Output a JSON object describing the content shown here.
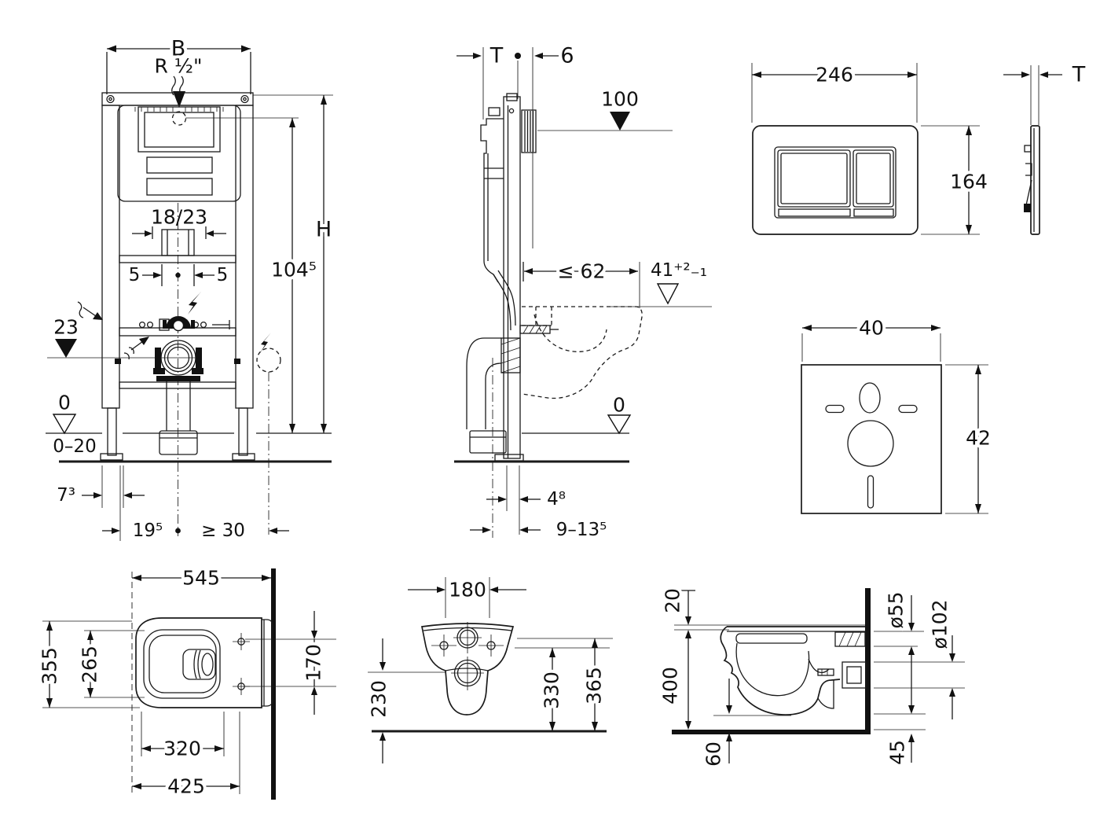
{
  "page": {
    "background": "#ffffff",
    "line_color": "#1a1a1a"
  },
  "views": {
    "frame_front": {
      "dims": {
        "width": "B",
        "water_supply": "R ½\"",
        "supply_height": "100",
        "flush_pipe": "18/23",
        "offset_left": "5",
        "offset_right": "5",
        "frame_height": "H",
        "top_height": "104⁵",
        "drain_height": "23",
        "floor_level": "0",
        "floor_range": "0–20",
        "side_offset": "7³",
        "center_offset": "19⁵",
        "min_clearance": "≥ 30"
      }
    },
    "frame_side": {
      "dims": {
        "plate_thickness": "T",
        "gap": "6",
        "supply_height": "100",
        "pan_depth": "≤ 62",
        "rim_height": "41⁺²₋₁",
        "floor_level": "0",
        "foot_depth": "4⁸",
        "drain_offset": "9–13⁵"
      }
    },
    "flush_plate": {
      "dims": {
        "width": "246",
        "height": "164",
        "thickness": "T"
      }
    },
    "sound_pad": {
      "dims": {
        "width": "40",
        "height": "42"
      }
    },
    "pan_top": {
      "dims": {
        "depth": "545",
        "width": "355",
        "seat_width": "265",
        "hole_spacing": "170",
        "seat_depth": "320",
        "hole_depth": "425"
      }
    },
    "pan_rear": {
      "dims": {
        "hole_spacing": "180",
        "bowl_height": "230",
        "lower_height": "330",
        "rim_height": "365"
      }
    },
    "pan_side": {
      "dims": {
        "seat_gap": "20",
        "depth": "400",
        "floor_clearance": "60",
        "inlet_dia": "ø55",
        "outlet_dia": "ø102",
        "outlet_height": "45"
      }
    }
  }
}
